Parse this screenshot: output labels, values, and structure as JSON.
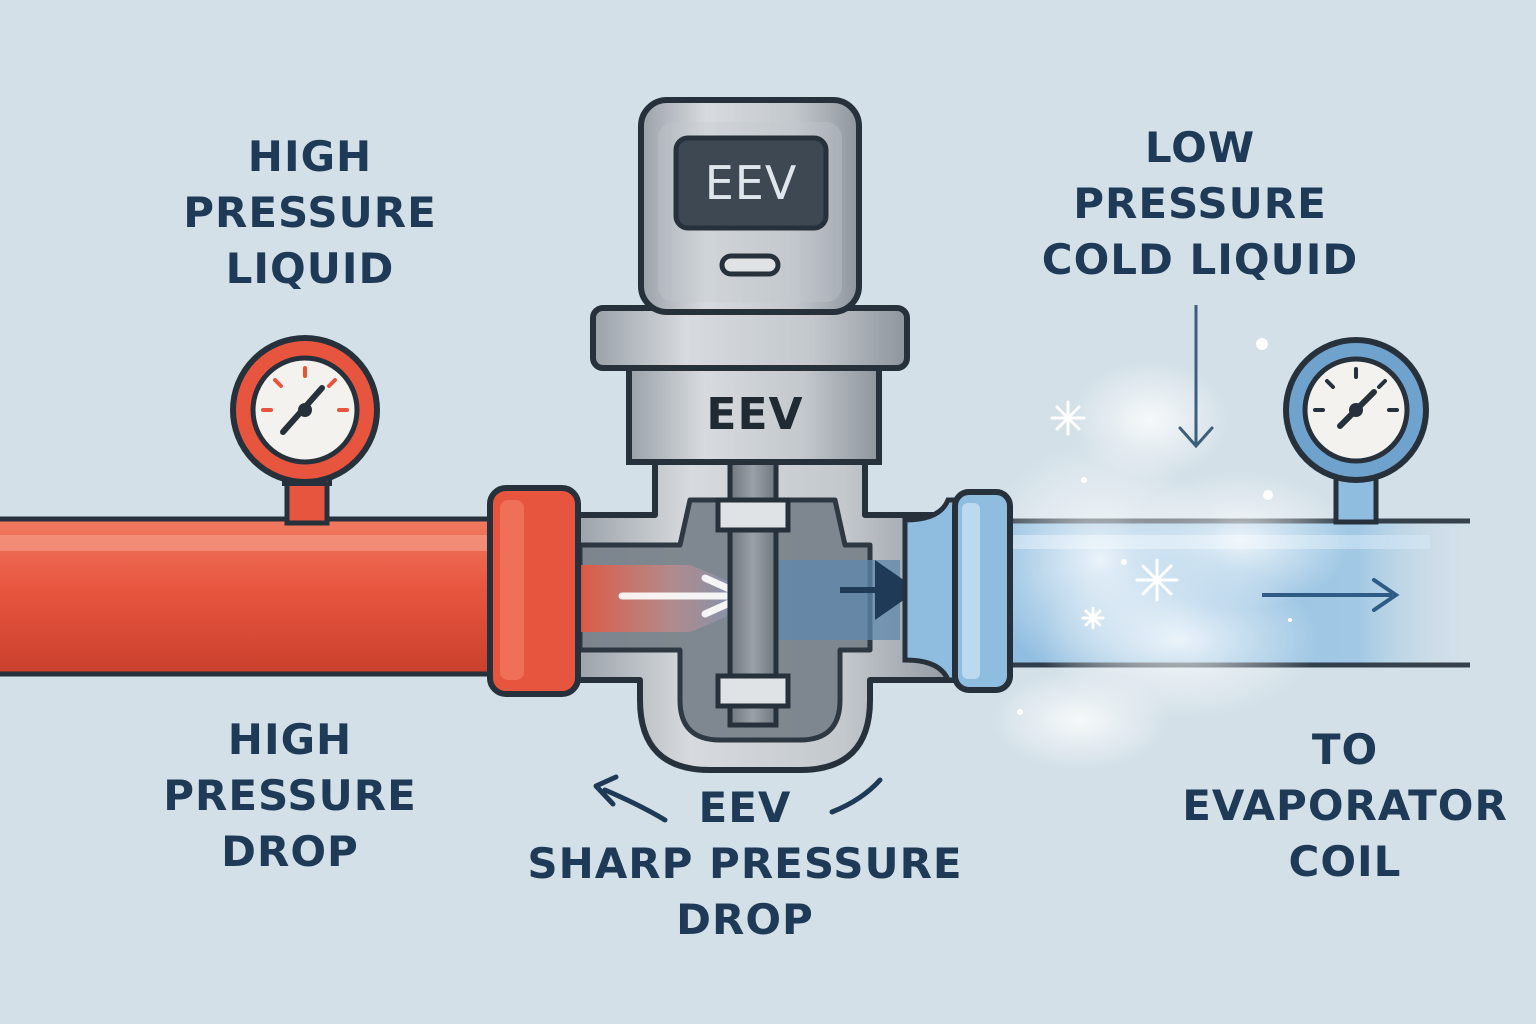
{
  "labels": {
    "inlet": [
      "HIGH",
      "PRESSURE",
      "LIQUID"
    ],
    "outlet": [
      "LOW",
      "PRESSURE",
      "COLD LIQUID"
    ],
    "drop_left": [
      "HIGH",
      "PRESSURE",
      "DROP"
    ],
    "drop_center": [
      "EEV",
      "SHARP PRESSURE",
      "DROP"
    ],
    "destination": [
      "TO",
      "EVAPORATOR",
      "COIL"
    ]
  },
  "valve": {
    "screen_text": "EEV",
    "body_text": "EEV"
  },
  "icons": {
    "high_gauge": "pressure-gauge-icon",
    "low_gauge": "pressure-gauge-icon",
    "frost": "snowflake-icon"
  },
  "colors": {
    "background": "#d3e0e8",
    "hot_pipe": "#e8553f",
    "cold_pipe": "#8fbde0",
    "valve_metal": "#c9ced3",
    "text": "#1e3a57"
  }
}
